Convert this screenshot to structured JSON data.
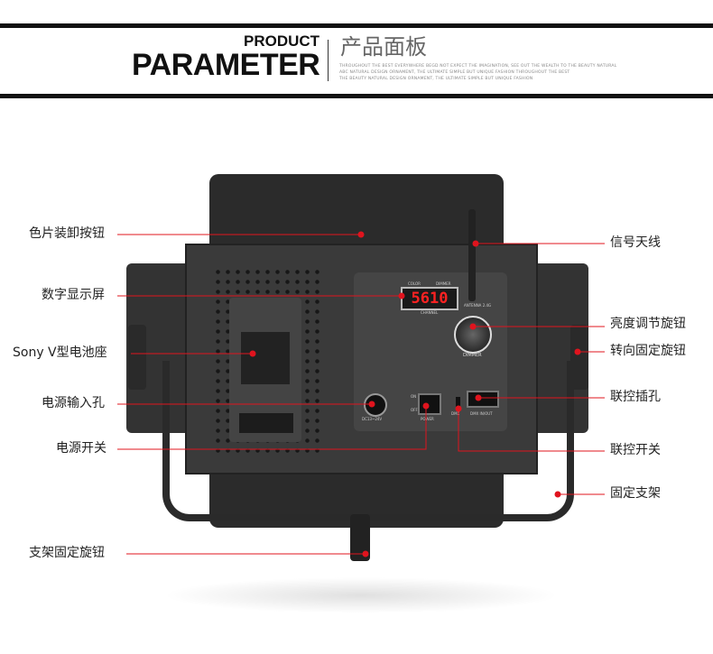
{
  "header": {
    "title_small": "PRODUCT",
    "title_large": "PARAMETER",
    "title_cn": "产品面板",
    "fine_lines": [
      "THROUGHOUT THE BEST EVERYWHERE BEGD NOT EXPECT THE IMAGINATION, SEE OUT THE WEALTH TO THE BEAUTY NATURAL",
      "ABC NATURAL DESIGN ORNAMENT, THE ULTIMATE SIMPLE BUT UNIQUE FASHION THROUGHOUT THE BEST",
      "THE BEAUTY NATURAL DESIGN ORNAMENT, THE ULTIMATE SIMPLE BUT UNIQUE FASHION"
    ]
  },
  "device": {
    "display_value": "5610",
    "display_top_left": "COLOR",
    "display_top_right": "DIMMER",
    "display_bottom": "CHANNEL",
    "antenna_label": "ANTENNA 2.4G",
    "dimmer_label": "DIMMER",
    "dc_label": "DC13~24V",
    "power_label": "POWER",
    "on": "ON",
    "off": "OFF",
    "dmx_switch_label": "DMX",
    "dmx_port_label": "DMX IN/OUT"
  },
  "labels": {
    "left": [
      "色片装卸按钮",
      "数字显示屏",
      "Sony V型电池座",
      "电源输入孔",
      "电源开关",
      "支架固定旋钮"
    ],
    "right": [
      "信号天线",
      "亮度调节旋钮",
      "转向固定旋钮",
      "联控插孔",
      "联控开关",
      "固定支架"
    ]
  },
  "colors": {
    "accent": "#e0141e",
    "body": "#2a2a2a"
  }
}
